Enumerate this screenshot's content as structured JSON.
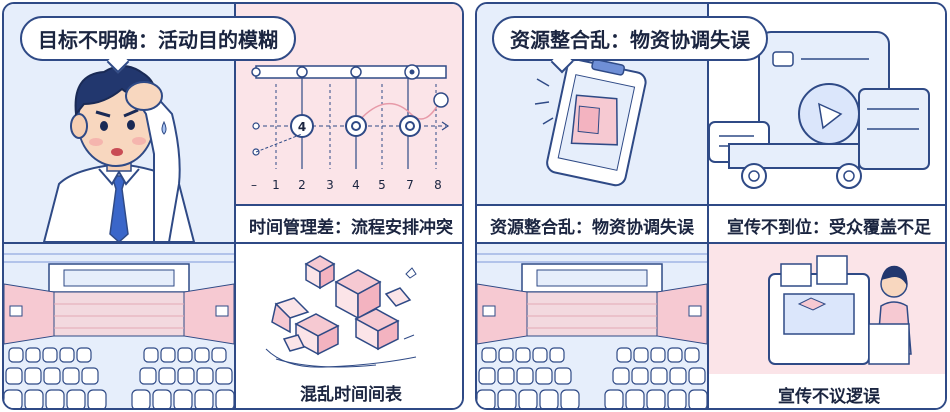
{
  "left": {
    "bubble": "目标不明确：活动目的模糊",
    "chart_axis": [
      "–",
      "1",
      "2",
      "3",
      "4",
      "5",
      "7",
      "8"
    ],
    "caption_schedule": "时间管理差：流程安排冲突",
    "caption_chaos": "混乱时间间表"
  },
  "right": {
    "bubble": "资源整合乱：物资协调失误",
    "caption_resources": "资源整合乱：物资协调失误",
    "caption_promo": "宣传不到位：受众覆盖不足",
    "caption_promo_bottom": "宣传不议逻误"
  },
  "colors": {
    "border": "#2f4a86",
    "pink": "#fbe4e8",
    "blue": "#e6eefb"
  }
}
